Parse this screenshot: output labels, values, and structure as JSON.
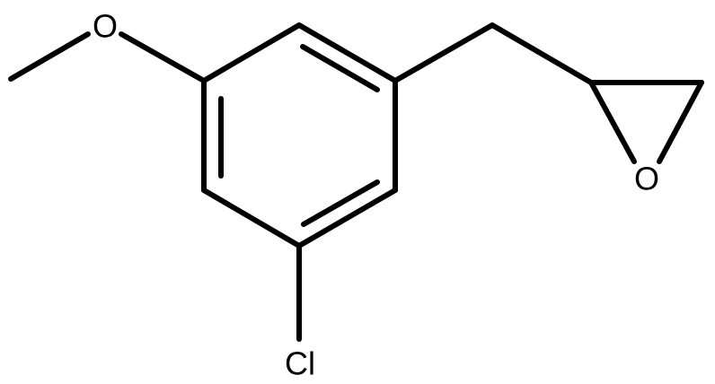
{
  "molecule": {
    "atoms": {
      "methoxy_oxygen": "O",
      "chlorine": "Cl",
      "epoxide_oxygen": "O"
    }
  },
  "colors": {
    "bond": "#000000",
    "label": "#000000",
    "background": "#ffffff"
  }
}
